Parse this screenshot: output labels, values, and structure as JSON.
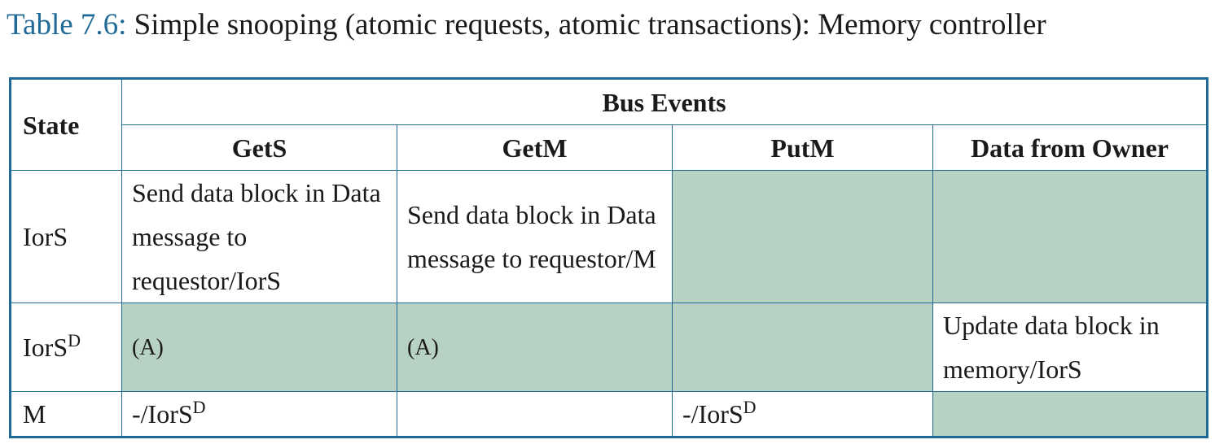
{
  "caption": {
    "number": "Table 7.6:",
    "text": "Simple snooping (atomic requests, atomic transactions): Memory controller"
  },
  "header": {
    "state": "State",
    "group": "Bus Events",
    "columns": [
      "GetS",
      "GetM",
      "PutM",
      "Data from Owner"
    ]
  },
  "rows": [
    {
      "state": "IorS",
      "state_sup": "",
      "cells": [
        {
          "text": "Send data block in Data message to requestor/IorS",
          "text_sup": "",
          "shaded": false
        },
        {
          "text": "Send data block in Data message to requestor/M",
          "text_sup": "",
          "shaded": false
        },
        {
          "text": "",
          "text_sup": "",
          "shaded": true
        },
        {
          "text": "",
          "text_sup": "",
          "shaded": true
        }
      ]
    },
    {
      "state": "IorS",
      "state_sup": "D",
      "cells": [
        {
          "text": "(A)",
          "text_sup": "",
          "shaded": true
        },
        {
          "text": "(A)",
          "text_sup": "",
          "shaded": true
        },
        {
          "text": "",
          "text_sup": "",
          "shaded": true
        },
        {
          "text": "Update data block in memory/IorS",
          "text_sup": "",
          "shaded": false
        }
      ]
    },
    {
      "state": "M",
      "state_sup": "",
      "cells": [
        {
          "text": "-/IorS",
          "text_sup": "D",
          "shaded": false
        },
        {
          "text": "",
          "text_sup": "",
          "shaded": false
        },
        {
          "text": "-/IorS",
          "text_sup": "D",
          "shaded": false
        },
        {
          "text": "",
          "text_sup": "",
          "shaded": true
        }
      ]
    }
  ],
  "colors": {
    "border": "#1f6a96",
    "shade": "#b7d1c4",
    "caption_number": "#1f6a96"
  }
}
